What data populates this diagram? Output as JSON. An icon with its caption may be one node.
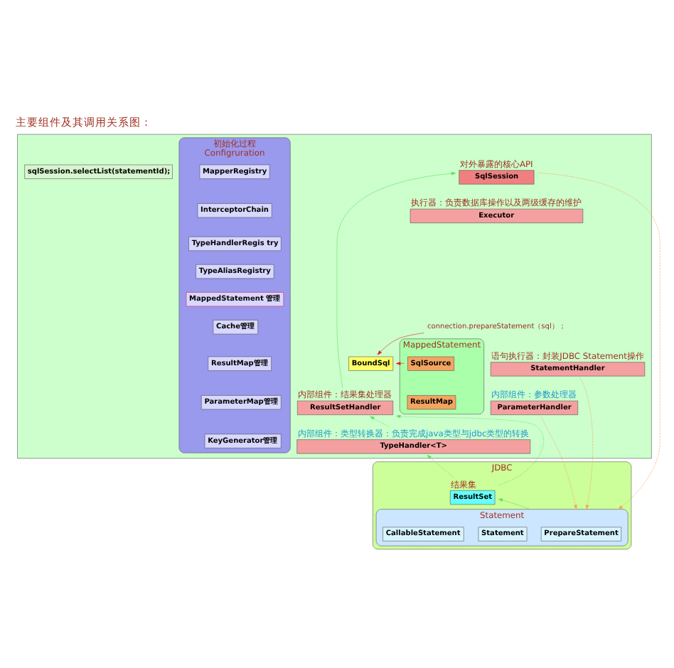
{
  "diagram": {
    "title": "主要组件及其调用关系图：",
    "nodes": [
      {
        "text": [],
        "shape": "box"
      },
      {
        "text": [
          "SqlSession"
        ],
        "in": 0,
        "beside": [
          "对外暴露的核心API"
        ]
      },
      {
        "text": [
          "sqlSession.selectList(statementId);"
        ],
        "in": 0
      },
      {
        "text": [
          "Executor"
        ],
        "in": 0,
        "beside": [
          "执行器：负责数据库操作以及两级缓存的维护"
        ]
      },
      {
        "text": [
          "StatementHandler"
        ],
        "in": 0,
        "beside": [
          "语句执行器：封装JDBC Statement操作"
        ]
      },
      {
        "text": [
          "ParameterHandler"
        ],
        "in": 0,
        "beside": [
          "内部组件：参数处理器"
        ]
      },
      {
        "text": [
          "ResultSetHandler"
        ],
        "in": 0,
        "beside": [
          "内部组件：结果集处理器"
        ]
      },
      {
        "text": [
          "TypeHandler<T>"
        ],
        "in": 0,
        "beside": [
          "内部组件：类型转换器：负责完成java类型与jdbc类型的转换"
        ]
      },
      {
        "text": [
          "BoundSql"
        ],
        "in": 0
      },
      {
        "text": [
          "MappedStatement"
        ],
        "in": 0
      },
      {
        "text": [
          "SqlSource"
        ],
        "in": 9
      },
      {
        "text": [
          "ResultMap"
        ],
        "in": 9
      },
      {
        "text": [
          "Configruration"
        ],
        "in": 0,
        "beside": [
          "初始化过程"
        ]
      },
      {
        "text": [
          "MapperRegistry"
        ],
        "in": 12
      },
      {
        "text": [
          "InterceptorChain"
        ],
        "in": 12
      },
      {
        "text": [
          "TypeHandlerRegis try"
        ],
        "in": 12
      },
      {
        "text": [
          "TypeAliasRegistry"
        ],
        "in": 12
      },
      {
        "text": [
          "MappedStatement 管理"
        ],
        "in": 12
      },
      {
        "text": [
          "Cache管理"
        ],
        "in": 12
      },
      {
        "text": [
          "ResultMap管理"
        ],
        "in": 12
      },
      {
        "text": [
          "ParameterMap管理"
        ],
        "in": 12
      },
      {
        "text": [
          "KeyGenerator管理"
        ],
        "in": 12
      },
      {
        "text": [
          "JDBC"
        ]
      },
      {
        "text": [
          "ResultSet"
        ],
        "in": 22,
        "beside": [
          "结果集"
        ]
      },
      {
        "text": [
          "Statement"
        ],
        "in": 22
      },
      {
        "text": [
          "PrepareStatement"
        ],
        "in": 24
      },
      {
        "text": [
          "Statement"
        ],
        "in": 24
      },
      {
        "text": [
          "CallableStatement"
        ],
        "in": 24
      },
      {
        "text": [
          "connection.prepareStatement（sql）；"
        ],
        "in": 0
      }
    ],
    "edges": [
      {
        "from": 1,
        "to": 24,
        "arrow": "to",
        "style": "dashed",
        "color": "#f4a460"
      },
      {
        "from": 4,
        "to": 24,
        "arrow": "to",
        "style": "dashed",
        "color": "#f4a460"
      },
      {
        "from": 5,
        "to": 24,
        "arrow": "to",
        "style": "dashed",
        "color": "#f4a460"
      },
      {
        "from": 24,
        "to": 23,
        "arrow": "to",
        "color": "#66dd66"
      },
      {
        "from": 23,
        "to": 7,
        "arrow": "to",
        "style": "dashed",
        "color": "#66dd66"
      },
      {
        "from": 23,
        "to": 6,
        "arrow": "to",
        "style": "dashed",
        "color": "#66dd66"
      },
      {
        "from": 7,
        "to": 6,
        "arrow": "to",
        "style": "dashed",
        "color": "#66dd66"
      },
      {
        "from": 6,
        "to": 1,
        "arrow": "to",
        "color": "#66dd66"
      },
      {
        "from": 28,
        "to": 8,
        "arrow": "to",
        "color": "#dd2222"
      },
      {
        "from": 10,
        "to": 8,
        "arrow": "to",
        "color": "#dd2222"
      }
    ]
  }
}
